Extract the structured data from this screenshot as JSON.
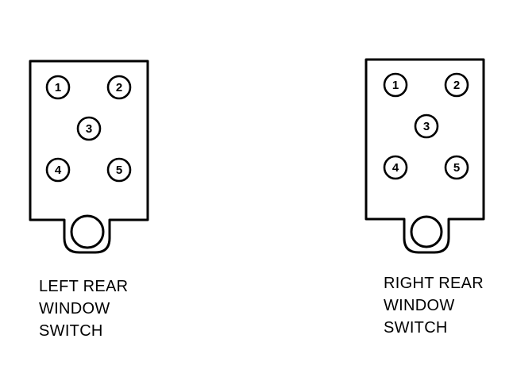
{
  "switches": [
    {
      "id": "left-rear",
      "caption": [
        "LEFT REAR",
        "WINDOW",
        "SWITCH"
      ],
      "terminals": [
        "1",
        "2",
        "3",
        "4",
        "5"
      ]
    },
    {
      "id": "right-rear",
      "caption": [
        "RIGHT REAR",
        "WINDOW",
        "SWITCH"
      ],
      "terminals": [
        "1",
        "2",
        "3",
        "4",
        "5"
      ]
    }
  ],
  "colors": {
    "line": "#000000",
    "background": "#ffffff"
  }
}
